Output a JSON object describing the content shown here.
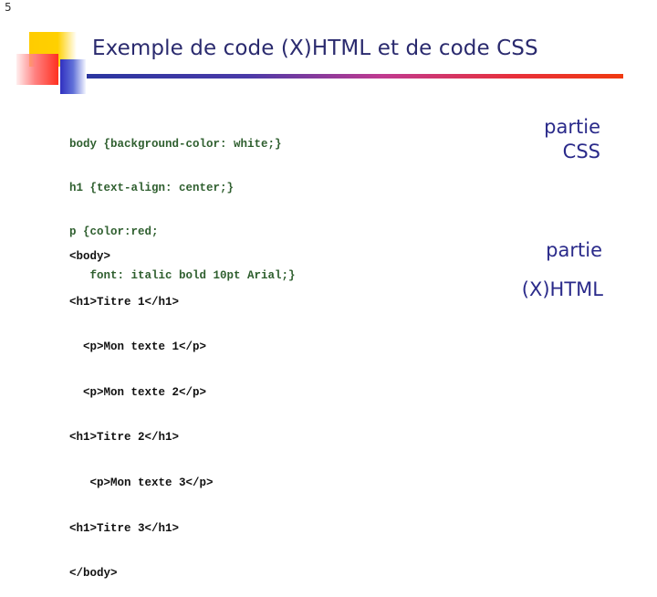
{
  "slide": {
    "number": "5",
    "title": "Exemple de code (X)HTML et de code CSS",
    "colors": {
      "title": "#2a2a6e",
      "css_code": "#2f5f2f",
      "html_code": "#111111",
      "labels": "#2a2a8a",
      "rule_start": "#2a36a0",
      "rule_end": "#f03a10"
    }
  },
  "css_code": {
    "lines": [
      "body {background-color: white;}",
      "h1 {text-align: center;}",
      "p {color:red;",
      "   font: italic bold 10pt Arial;}"
    ]
  },
  "html_code": {
    "lines": [
      "<body>",
      "<h1>Titre 1</h1>",
      "  <p>Mon texte 1</p>",
      "  <p>Mon texte 2</p>",
      "<h1>Titre 2</h1>",
      "   <p>Mon texte 3</p>",
      "<h1>Titre 3</h1>",
      "</body>"
    ]
  },
  "labels": {
    "css": {
      "line1": "partie",
      "line2": "CSS"
    },
    "html": {
      "line1": "partie",
      "line2": "(X)HTML"
    }
  }
}
